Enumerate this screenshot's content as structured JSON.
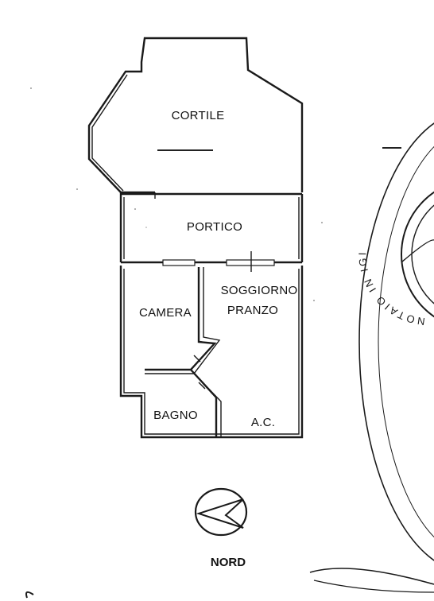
{
  "rooms": {
    "cortile": "CORTILE",
    "portico": "PORTICO",
    "camera": "CAMERA",
    "soggiorno_line1": "SOGGIORNO",
    "soggiorno_line2": "PRANZO",
    "bagno": "BAGNO",
    "ac": "A.C."
  },
  "compass": {
    "label": "NORD",
    "icon": "north-arrow-icon"
  },
  "stamp": {
    "text": "NOTAIO IN IGI"
  }
}
